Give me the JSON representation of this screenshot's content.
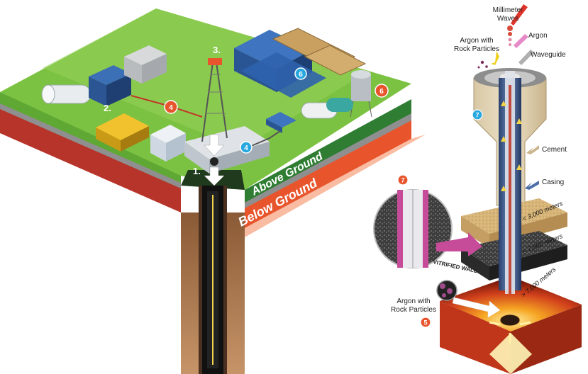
{
  "colors": {
    "grass": "#7cc242",
    "grass_light": "#96d15a",
    "ground_band": "#2e7d32",
    "below_band": "#e8552d",
    "rock_brown": "#b07a4f",
    "badge_orange": "#e8552d",
    "badge_blue": "#29a8e0"
  },
  "steps": {
    "s1": "1.",
    "s2": "2.",
    "s3": "3."
  },
  "badges": {
    "b4_orange": "4",
    "b4_blue": "4",
    "b6_blue": "6",
    "b6_orange": "6",
    "b7_top": "7",
    "b7_inset": "7",
    "b5": "5"
  },
  "bands": {
    "above": "Above Ground",
    "below": "Below Ground"
  },
  "labels": {
    "millimeter_waves": [
      "Millimeter",
      "Waves"
    ],
    "argon_top": "Argon",
    "argon_with_rock_top": [
      "Argon with",
      "Rock Particles"
    ],
    "waveguide": "Waveguide",
    "cement": "Cement",
    "casing": "Casing",
    "vitrified_wall": "VITRIFIED WALL",
    "argon_with_rock_bottom": [
      "Argon with",
      "Rock Particles"
    ]
  },
  "depths": {
    "d1": "< 3,000 meters",
    "d2": "< 7,000 meters",
    "d3": "> 7,000 meters"
  }
}
